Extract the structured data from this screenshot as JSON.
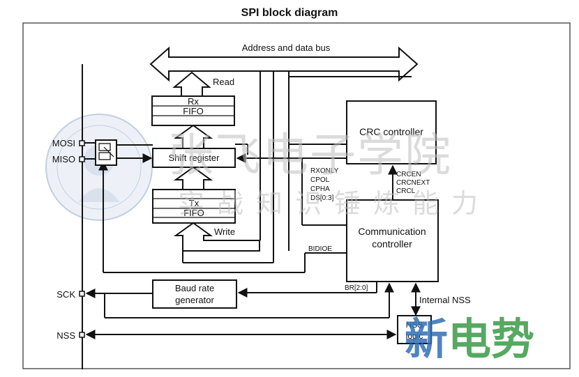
{
  "title": "SPI block diagram",
  "labels": {
    "bus": "Address and data bus",
    "read": "Read",
    "write": "Write",
    "rx_fifo_line1": "Rx",
    "rx_fifo_line2": "FIFO",
    "tx_fifo_line1": "Tx",
    "tx_fifo_line2": "FIFO",
    "shift_register": "Shift register",
    "crc_controller": "CRC controller",
    "comm_line1": "Communication",
    "comm_line2": "controller",
    "baud_line1": "Baud rate",
    "baud_line2": "generator",
    "nss_logic_line1": "NSS",
    "nss_logic_line2": "logic",
    "rxonly": "RXONLY",
    "cpol": "CPOL",
    "cpha": "CPHA",
    "ds": "DS[0:3]",
    "crcen": "CRCEN",
    "crcnext": "CRCNEXT",
    "crcl": "CRCL",
    "bidioe": "BIDIOE",
    "br": "BR[2:0]",
    "internal_nss": "Internal NSS"
  },
  "pins": {
    "mosi": "MOSI",
    "miso": "MISO",
    "sck": "SCK",
    "nss": "NSS"
  },
  "watermark": {
    "line1": "张飞电子学院",
    "line2": "实战知识锤炼能力",
    "brand": "新电势"
  },
  "colors": {
    "line": "#111111",
    "frame": "#555555",
    "watermark_gray": "#c9c9c9",
    "watermark_blue": "#2f6fb5",
    "watermark_green": "#3a9a45",
    "seal": "#8fa8c8"
  }
}
